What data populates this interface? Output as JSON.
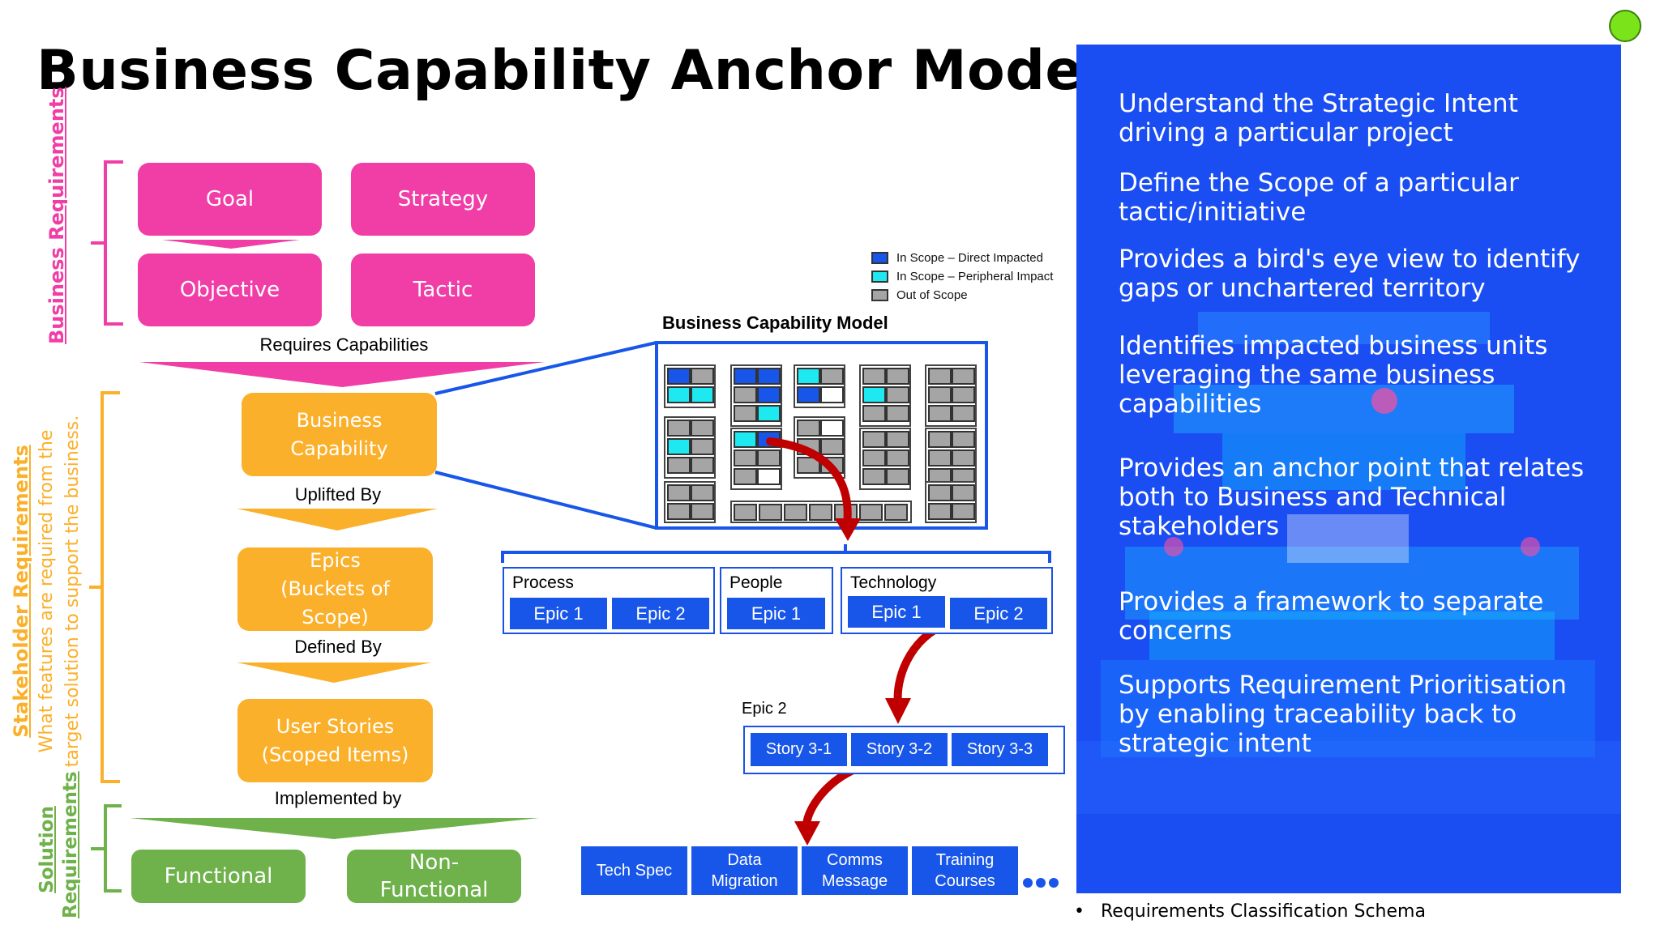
{
  "title": "Business Capability Anchor Model",
  "colors": {
    "pink": "#f03ea6",
    "orange": "#fbb02b",
    "green": "#6fb14a",
    "blue": "#1756e8",
    "panel": "#1a4ef2",
    "cyan": "#1ee8f0",
    "grey": "#a5a5a5",
    "arrow": "#c00000",
    "status": "#7be31a"
  },
  "sections": {
    "business": "Business Requirements",
    "stakeholder": "Stakeholder Requirements",
    "stakeholder_desc_1": "What features are required from the",
    "stakeholder_desc_2": "target solution to support the business.",
    "solution": "Solution Requirements"
  },
  "business_boxes": {
    "goal": "Goal",
    "strategy": "Strategy",
    "objective": "Objective",
    "tactic": "Tactic"
  },
  "connectors": {
    "requires": "Requires Capabilities",
    "uplifted": "Uplifted By",
    "defined": "Defined By",
    "implemented": "Implemented by"
  },
  "orange_boxes": {
    "capability": "Business\nCapability",
    "epics": "Epics\n(Buckets of\nScope)",
    "stories": "User Stories\n(Scoped Items)"
  },
  "green_boxes": {
    "functional": "Functional",
    "non_functional": "Non-\nFunctional"
  },
  "legend": {
    "direct": "In Scope – Direct Impacted",
    "peripheral": "In Scope – Peripheral Impact",
    "out": "Out of Scope"
  },
  "bcm_title": "Business Capability Model",
  "groups": {
    "process": {
      "title": "Process",
      "epics": [
        "Epic 1",
        "Epic 2"
      ]
    },
    "people": {
      "title": "People",
      "epics": [
        "Epic 1"
      ]
    },
    "technology": {
      "title": "Technology",
      "epics": [
        "Epic 1",
        "Epic 2"
      ]
    }
  },
  "epic2": {
    "title": "Epic 2",
    "stories": [
      "Story 3-1",
      "Story 3-2",
      "Story 3-3"
    ]
  },
  "bottom_items": [
    "Tech Spec",
    "Data\nMigration",
    "Comms\nMessage",
    "Training\nCourses"
  ],
  "panel_items": [
    "Understand the Strategic Intent driving a particular project",
    "Define the Scope of a particular tactic/initiative",
    "Provides a bird's eye view to identify gaps or unchartered territory",
    "Identifies impacted business units leveraging the same business capabilities",
    "Provides an anchor point that relates both to Business and Technical stakeholders",
    "Provides a framework to separate concerns",
    "Supports Requirement Prioritisation by enabling traceability back to strategic intent"
  ],
  "footnote": "Requirements Classification Schema"
}
